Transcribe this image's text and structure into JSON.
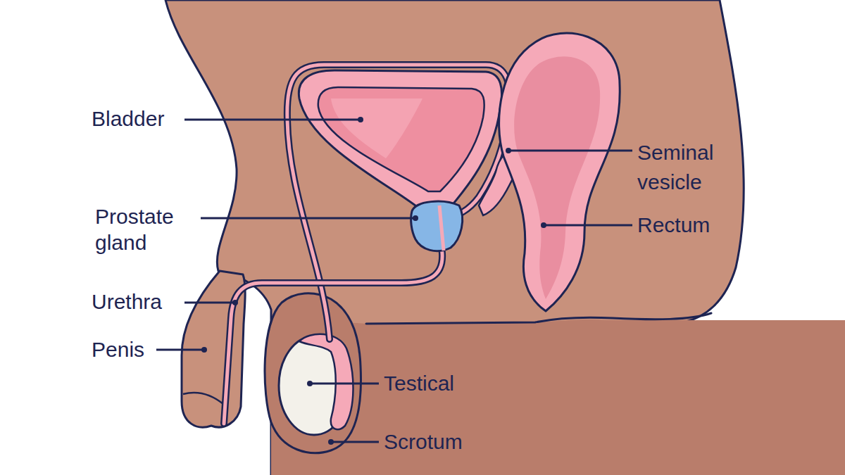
{
  "diagram": {
    "labels": [
      "Bladder",
      "Seminal vesicle",
      "Prostate gland",
      "Rectum",
      "Urethra",
      "Penis",
      "Testical",
      "Scrotum"
    ]
  }
}
